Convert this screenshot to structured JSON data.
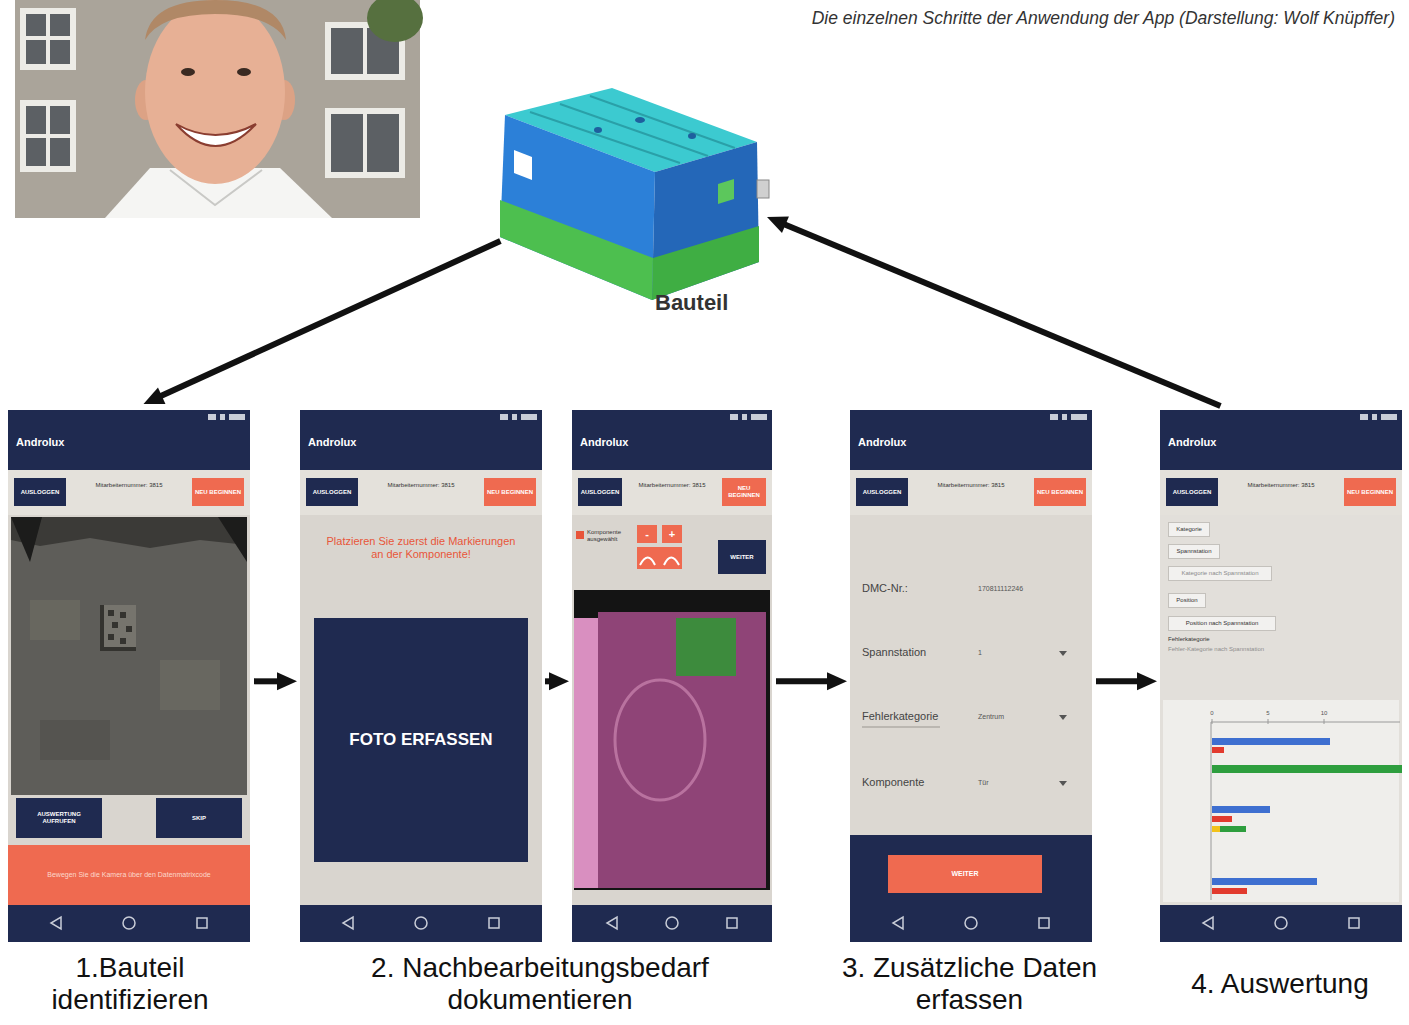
{
  "diagram": {
    "caption": "Die einzelnen Schritte der Anwendung der App (Darstellung: Wolf Knüpffer)",
    "nodes": [
      {
        "text": [
          "Bauteil"
        ]
      },
      {
        "text": [
          "Androlux",
          "Mitarbeiternummer: 3815"
        ]
      },
      {
        "text": [
          "AUSLOGGEN"
        ],
        "in": 1
      },
      {
        "text": [
          "NEU BEGINNEN"
        ],
        "in": 1
      },
      {
        "text": [
          "AUSWERTUNG AUFRUFEN"
        ],
        "in": 1
      },
      {
        "text": [
          "SKIP"
        ],
        "in": 1
      },
      {
        "text": [
          "Bewegen Sie die Kamera über den Datenmatrixcode"
        ],
        "in": 1
      },
      {
        "text": [
          "Androlux",
          "Mitarbeiternummer: 3815",
          "Platzieren Sie zuerst die Markierungen an der Komponente!"
        ]
      },
      {
        "text": [
          "AUSLOGGEN"
        ],
        "in": 7
      },
      {
        "text": [
          "NEU BEGINNEN"
        ],
        "in": 7
      },
      {
        "text": [
          "FOTO ERFASSEN"
        ],
        "in": 7
      },
      {
        "text": [
          "Androlux",
          "Mitarbeiternummer: 3815",
          "Komponente ausgewählt"
        ]
      },
      {
        "text": [
          "AUSLOGGEN"
        ],
        "in": 11
      },
      {
        "text": [
          "NEU BEGINNEN"
        ],
        "in": 11
      },
      {
        "text": [
          "-"
        ],
        "in": 11
      },
      {
        "text": [
          "+"
        ],
        "in": 11
      },
      {
        "text": [
          "WEITER"
        ],
        "in": 11
      },
      {
        "text": [
          "Androlux",
          "Mitarbeiternummer: 3815",
          "DMC-Nr.:",
          "170811112246",
          "Spannstation",
          "1",
          "Fehlerkategorie",
          "Zentrum",
          "Komponente",
          "Tür"
        ]
      },
      {
        "text": [
          "AUSLOGGEN"
        ],
        "in": 17
      },
      {
        "text": [
          "NEU BEGINNEN"
        ],
        "in": 17
      },
      {
        "text": [
          "WEITER"
        ],
        "in": 17
      },
      {
        "text": [
          "Androlux",
          "Mitarbeiternummer: 3815",
          "Fehlerkategorie",
          "Fehler-Kategorie nach Spannstation"
        ]
      },
      {
        "text": [
          "AUSLOGGEN"
        ],
        "in": 21
      },
      {
        "text": [
          "NEU BEGINNEN"
        ],
        "in": 21
      },
      {
        "text": [
          "Kategorie"
        ],
        "in": 21
      },
      {
        "text": [
          "Spannstation"
        ],
        "in": 21
      },
      {
        "text": [
          "Kategorie nach Spannstation"
        ],
        "in": 21
      },
      {
        "text": [
          "Position"
        ],
        "in": 21
      },
      {
        "text": [
          "Position nach Spannstation"
        ],
        "in": 21
      }
    ],
    "edges": [
      {
        "from": 0,
        "to": 1,
        "arrow": "to"
      },
      {
        "from": 1,
        "to": 7,
        "arrow": "to"
      },
      {
        "from": 7,
        "to": 11,
        "arrow": "to"
      },
      {
        "from": 11,
        "to": 17,
        "arrow": "to"
      },
      {
        "from": 17,
        "to": 21,
        "arrow": "to"
      },
      {
        "from": 21,
        "to": 0,
        "arrow": "to"
      }
    ],
    "labels": [
      "1.Bauteil identifizieren",
      "2. Nachbearbeitungsbedarf dokumentieren",
      "3. Zusätzliche Daten erfassen",
      "4. Auswertung",
      "0",
      "5",
      "10"
    ]
  }
}
